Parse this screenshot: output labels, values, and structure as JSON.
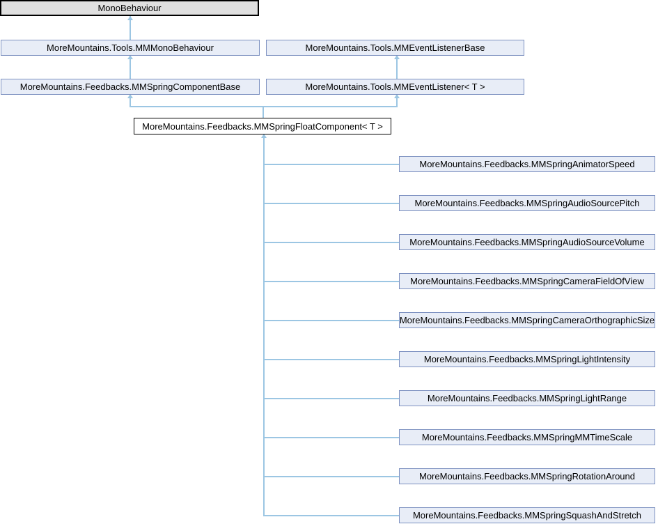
{
  "diagram": {
    "type": "class-inheritance-graph",
    "colors": {
      "node_fill": "#E8EDF7",
      "node_border": "#7C90C0",
      "external_node_fill": "#E0E0E0",
      "external_node_border": "#000000",
      "current_node_fill": "#FFFFFF",
      "current_node_border": "#000000",
      "edge": "#9CC6E3",
      "text": "#000000",
      "background": "#FFFFFF"
    },
    "nodes": {
      "monobehaviour": {
        "label": "MonoBehaviour"
      },
      "mm_monobehaviour": {
        "label": "MoreMountains.Tools.MMMonoBehaviour"
      },
      "event_listener_base": {
        "label": "MoreMountains.Tools.MMEventListenerBase"
      },
      "spring_component_base": {
        "label": "MoreMountains.Feedbacks.MMSpringComponentBase"
      },
      "event_listener": {
        "label": "MoreMountains.Tools.MMEventListener< T >"
      },
      "spring_float_component": {
        "label": "MoreMountains.Feedbacks.MMSpringFloatComponent< T >"
      },
      "derived": [
        {
          "label": "MoreMountains.Feedbacks.MMSpringAnimatorSpeed"
        },
        {
          "label": "MoreMountains.Feedbacks.MMSpringAudioSourcePitch"
        },
        {
          "label": "MoreMountains.Feedbacks.MMSpringAudioSourceVolume"
        },
        {
          "label": "MoreMountains.Feedbacks.MMSpringCameraFieldOfView"
        },
        {
          "label": "MoreMountains.Feedbacks.MMSpringCameraOrthographicSize"
        },
        {
          "label": "MoreMountains.Feedbacks.MMSpringLightIntensity"
        },
        {
          "label": "MoreMountains.Feedbacks.MMSpringLightRange"
        },
        {
          "label": "MoreMountains.Feedbacks.MMSpringMMTimeScale"
        },
        {
          "label": "MoreMountains.Feedbacks.MMSpringRotationAround"
        },
        {
          "label": "MoreMountains.Feedbacks.MMSpringSquashAndStretch"
        }
      ]
    }
  }
}
